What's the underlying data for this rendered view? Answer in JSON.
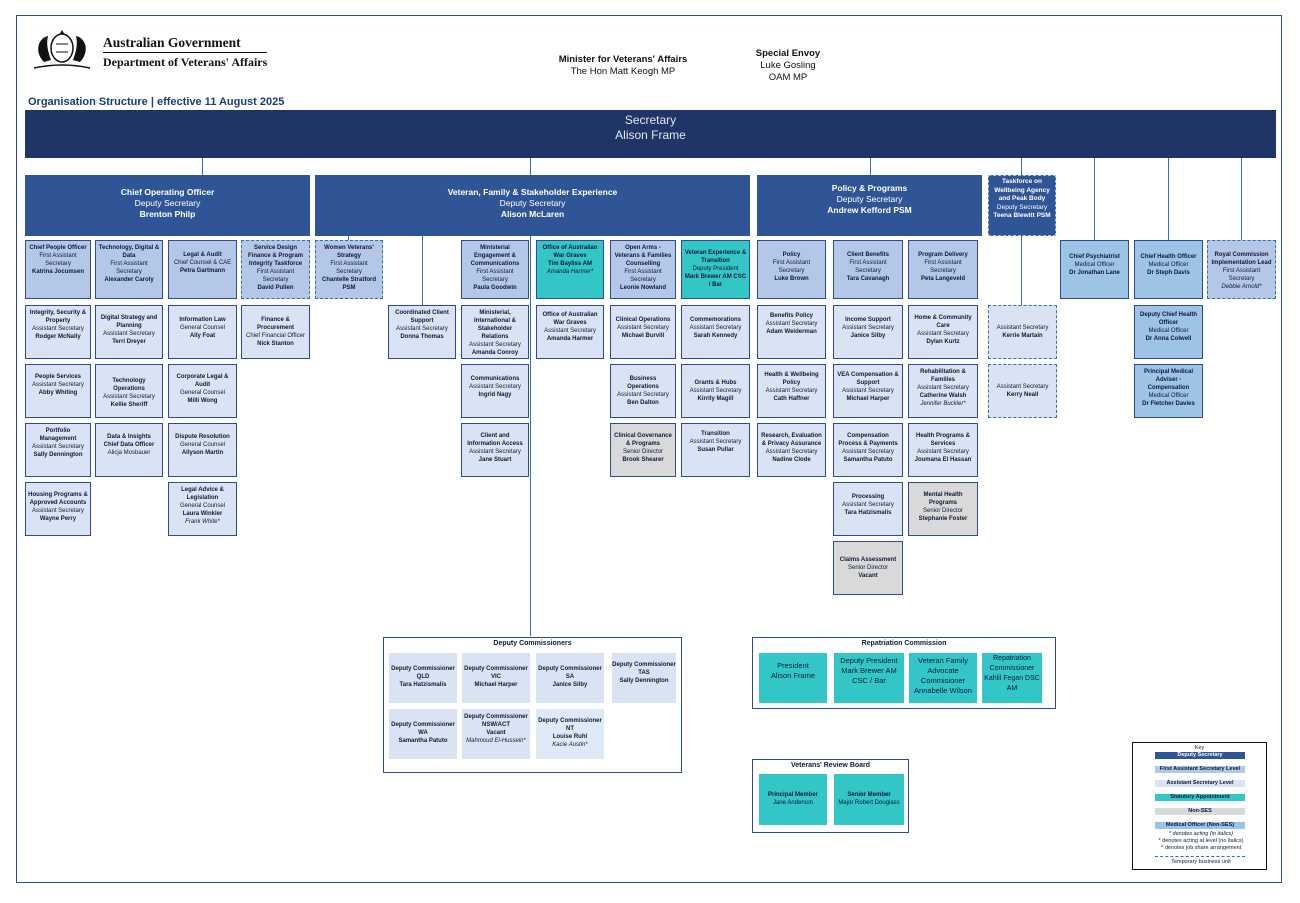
{
  "header": {
    "gov_line1": "Australian Government",
    "gov_line2": "Department of Veterans' Affairs",
    "minister_title": "Minister for Veterans' Affairs",
    "minister_name": "The Hon Matt Keogh MP",
    "envoy_title": "Special Envoy",
    "envoy_name1": "Luke Gosling",
    "envoy_name2": "OAM MP",
    "org_title": "Organisation Structure | effective 11 August 2025"
  },
  "secretary": {
    "role": "Secretary",
    "name": "Alison Frame"
  },
  "deputies": [
    {
      "title": "Chief Operating Officer",
      "role": "Deputy Secretary",
      "name": "Brenton Philp"
    },
    {
      "title": "Veteran, Family & Stakeholder Experience",
      "role": "Deputy Secretary",
      "name": "Alison McLaren"
    },
    {
      "title": "Policy & Programs",
      "role": "Deputy Secretary",
      "name": "Andrew Kefford PSM"
    },
    {
      "title": "Taskforce on Wellbeing Agency and Peak Body",
      "role": "Deputy Secretary",
      "name": "Teena Blewitt PSM"
    }
  ],
  "units": {
    "cpo": {
      "t": "Chief People Officer",
      "r": "First Assistant Secretary",
      "n": "Katrina Jocumsen"
    },
    "isp": {
      "t": "Integrity, Security & Property",
      "r": "Assistant Secretary",
      "n": "Rodger McNally"
    },
    "ps": {
      "t": "People Services",
      "r": "Assistant Secretary",
      "n": "Abby Whiting"
    },
    "pm": {
      "t": "Portfolio Management",
      "r": "Assistant Secretary",
      "n": "Sally Dennington"
    },
    "hpa": {
      "t": "Housing Programs & Approved Accounts",
      "r": "Assistant Secretary",
      "n": "Wayne Perry"
    },
    "tdd": {
      "t": "Technology, Digital & Data",
      "r": "First Assistant Secretary",
      "n": "Alexander Caroly"
    },
    "dsp": {
      "t": "Digital Strategy and Planning",
      "r": "Assistant Secretary",
      "n": "Terri Dreyer"
    },
    "to": {
      "t": "Technology Operations",
      "r": "Assistant Secretary",
      "n": "Kellie Sheriff"
    },
    "di": {
      "t": "Data & Insights",
      "r": "Chief Data Officer",
      "n": "Alicja Mosbauer"
    },
    "la": {
      "t": "Legal & Audit",
      "r": "Chief Counsel & CAE",
      "n": "Petra Gartmann"
    },
    "il": {
      "t": "Information Law",
      "r": "General Counsel",
      "n": "Ally Foat"
    },
    "cla": {
      "t": "Corporate Legal & Audit",
      "r": "General Counsel",
      "n": "Milli Wong"
    },
    "dr": {
      "t": "Dispute Resolution",
      "r": "General Counsel",
      "n": "Allyson Martin"
    },
    "lal": {
      "t": "Legal Advice & Legislation",
      "r": "General Counsel",
      "n": "Laura Winkler",
      "i": "Frank White*"
    },
    "sdf": {
      "t": "Service Design Finance & Program Integrity Taskforce",
      "r": "First Assistant Secretary",
      "n": "David Pullen"
    },
    "fp": {
      "t": "Finance & Procurement",
      "r": "Chief Financial Officer",
      "n": "Nick Stanton"
    },
    "wvs": {
      "t": "Women Veterans' Strategy",
      "r": "First Assistant Secretary",
      "n": "Chantelle Stratford PSM"
    },
    "ccs": {
      "t": "Coordinated Client Support",
      "r": "Assistant Secretary",
      "n": "Donna Thomas"
    },
    "mec": {
      "t": "Ministerial Engagement & Communications",
      "r": "First Assistant Secretary",
      "n": "Paula Goodwin"
    },
    "misr": {
      "t": "Ministerial, International & Stakeholder Relations",
      "r": "Assistant Secretary",
      "n": "Amanda Conroy"
    },
    "comm": {
      "t": "Communications",
      "r": "Assistant Secretary",
      "n": "Ingrid Nagy"
    },
    "cia": {
      "t": "Client and Information Access",
      "r": "Assistant Secretary",
      "n": "Jane Stuart"
    },
    "oawg1": {
      "t": "Office of Australian War Graves",
      "r": "Tim Bayliss AM",
      "i": "Amanda Harmer*"
    },
    "oawg2": {
      "t": "Office of Australian War Graves",
      "r": "Assistant Secretary",
      "n": "Amanda Harmer"
    },
    "oa": {
      "t": "Open Arms - Veterans & Families Counselling",
      "r": "First Assistant Secretary",
      "n": "Leonie Nowland"
    },
    "co": {
      "t": "Clinical Operations",
      "r": "Assistant Secretary",
      "n": "Michael Burvill"
    },
    "bo": {
      "t": "Business Operations",
      "r": "Assistant Secretary",
      "n": "Ben Dalton"
    },
    "cgp": {
      "t": "Clinical Governance & Programs",
      "r": "Senior Director",
      "n": "Brook Shearer"
    },
    "vet": {
      "t": "Veteran Experience & Transition",
      "r": "Deputy President",
      "n": "Mark Brewer AM CSC / Bar"
    },
    "cmm": {
      "t": "Commemorations",
      "r": "Assistant Secretary",
      "n": "Sarah Kennedy"
    },
    "gh": {
      "t": "Grants & Hubs",
      "r": "Assistant Secretary",
      "n": "Kirrily Magill"
    },
    "tr": {
      "t": "Transition",
      "r": "Assistant Secretary",
      "n": "Susan Pullar"
    },
    "pol": {
      "t": "Policy",
      "r": "First Assistant Secretary",
      "n": "Luke Brown"
    },
    "bp": {
      "t": "Benefits Policy",
      "r": "Assistant Secretary",
      "n": "Adam Weiderman"
    },
    "hwp": {
      "t": "Health & Wellbeing Policy",
      "r": "Assistant Secretary",
      "n": "Cath Haffner"
    },
    "rep": {
      "t": "Research, Evaluation & Privacy Assurance",
      "r": "Assistant Secretary",
      "n": "Nadine Clode"
    },
    "cb": {
      "t": "Client Benefits",
      "r": "First Assistant Secretary",
      "n": "Tara Cavanagh"
    },
    "is": {
      "t": "Income Support",
      "r": "Assistant Secretary",
      "n": "Janice Silby"
    },
    "vcs": {
      "t": "VEA Compensation & Support",
      "r": "Assistant Secretary",
      "n": "Michael Harper"
    },
    "cpp": {
      "t": "Compensation Process & Payments",
      "r": "Assistant Secretary",
      "n": "Samantha Patuto"
    },
    "proc": {
      "t": "Processing",
      "r": "Assistant Secretary",
      "n": "Tara Hatzismalis"
    },
    "ca": {
      "t": "Claims Assessment",
      "r": "Senior Director",
      "n": "Vacant"
    },
    "pd": {
      "t": "Program Delivery",
      "r": "First Assistant Secretary",
      "n": "Peta Langeveld"
    },
    "hcc": {
      "t": "Home & Community Care",
      "r": "Assistant Secretary",
      "n": "Dylan Kurtz"
    },
    "rf": {
      "t": "Rehabilitation & Families",
      "r": "Assistant Secretary",
      "n": "Catherine Walsh",
      "i": "Jennifer Buckler*"
    },
    "hps": {
      "t": "Health Programs & Services",
      "r": "Assistant Secretary",
      "n": "Joumana El Hassan"
    },
    "mhp": {
      "t": "Mental Health Programs",
      "r": "Senior Director",
      "n": "Stephanie Foster"
    },
    "tf1": {
      "r": "Assistant Secretary",
      "n": "Kerrie Martain"
    },
    "tf2": {
      "r": "Assistant Secretary",
      "n": "Kerry Neall"
    },
    "cp": {
      "t": "Chief Psychiatrist",
      "r": "Medical Officer",
      "n": "Dr Jonathan Lane"
    },
    "cho": {
      "t": "Chief Health Officer",
      "r": "Medical Officer",
      "n": "Dr Steph Davis"
    },
    "dcho": {
      "t": "Deputy Chief Health Officer",
      "r": "Medical Officer",
      "n": "Dr Anna Colwell"
    },
    "pma": {
      "t": "Principal Medical Adviser - Compensation",
      "r": "Medical Officer",
      "n": "Dr Fletcher Davies"
    },
    "rci": {
      "t": "Royal Commission Implementation Lead",
      "r": "First Assistant Secretary",
      "i": "Debbie Arnold*"
    }
  },
  "deputy_commissioners": {
    "title": "Deputy Commissioners",
    "items": [
      {
        "t": "Deputy Commissioner QLD",
        "n": "Tara Hatzismalis"
      },
      {
        "t": "Deputy Commissioner VIC",
        "n": "Michael Harper"
      },
      {
        "t": "Deputy Commissioner SA",
        "n": "Janice Silby"
      },
      {
        "t": "Deputy Commissioner TAS",
        "n": "Sally Dennington"
      },
      {
        "t": "Deputy Commissioner WA",
        "n": "Samantha Patuto"
      },
      {
        "t": "Deputy Commissioner NSW/ACT",
        "n": "Vacant",
        "i": "Mahmoud El-Hussein*"
      },
      {
        "t": "Deputy Commissioner NT",
        "n": "Louise Ruhl",
        "i": "Kacie Austin*"
      }
    ]
  },
  "repatriation": {
    "title": "Repatriation Commission",
    "items": [
      {
        "t": "President",
        "n": "Alison Frame"
      },
      {
        "t": "Deputy President",
        "n": "Mark Brewer AM CSC / Bar"
      },
      {
        "t": "Veteran Family Advocate Commisioner",
        "n": "Annabelle Wilson"
      },
      {
        "t": "Repatriation Commissioner",
        "n": "Kahlil Fegan DSC AM"
      }
    ]
  },
  "review_board": {
    "title": "Veterans' Review Board",
    "items": [
      {
        "t": "Principal Member",
        "n": "Jane Anderson"
      },
      {
        "t": "Senior Member",
        "n": "Major Robert Douglass"
      }
    ]
  },
  "key": {
    "title": "Key",
    "items": [
      "Deputy Secretary",
      "First Assistant Secretary Level",
      "Assistant Secretary Level",
      "Statutory Appointment",
      "Non-SES",
      "Medical Officer (Non-SES)"
    ],
    "note1": "* denotes acting  (in italics)",
    "note2": "* denotes acting at level (no italics)",
    "note3": "^ denotes job share arrangement",
    "note4": "Temporary business unit"
  },
  "colors": {
    "secretary": "#1f3566",
    "deputy": "#2f5597",
    "fas": "#b4c7e7",
    "as": "#dae3f3",
    "statutory": "#33c6c6",
    "non_ses": "#d9d9d9",
    "medical": "#9dc3e6"
  }
}
